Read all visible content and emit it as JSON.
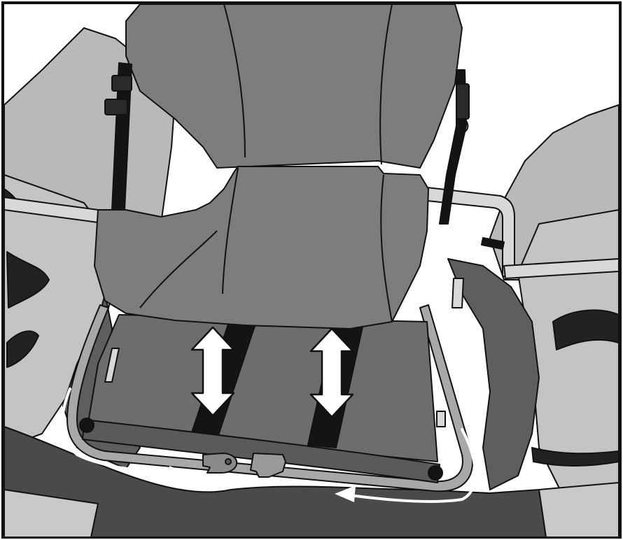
{
  "figure": {
    "colors": {
      "background": "#ffffff",
      "outline": "#111111",
      "light_gray": "#c9c9c9",
      "mid_gray": "#9a9a9a",
      "seat_gray": "#7d7d7d",
      "dark_gray": "#5e5e5e",
      "darker_gray": "#4a4a4a",
      "strap_black": "#141414",
      "tube_fill": "#d8d8d8",
      "arrow_white": "#ffffff"
    },
    "icons": [
      "up-down-adjust-arrow",
      "routing-direction-arrow",
      "buckle-male",
      "buckle-female",
      "shoulder-strap-clip"
    ]
  }
}
